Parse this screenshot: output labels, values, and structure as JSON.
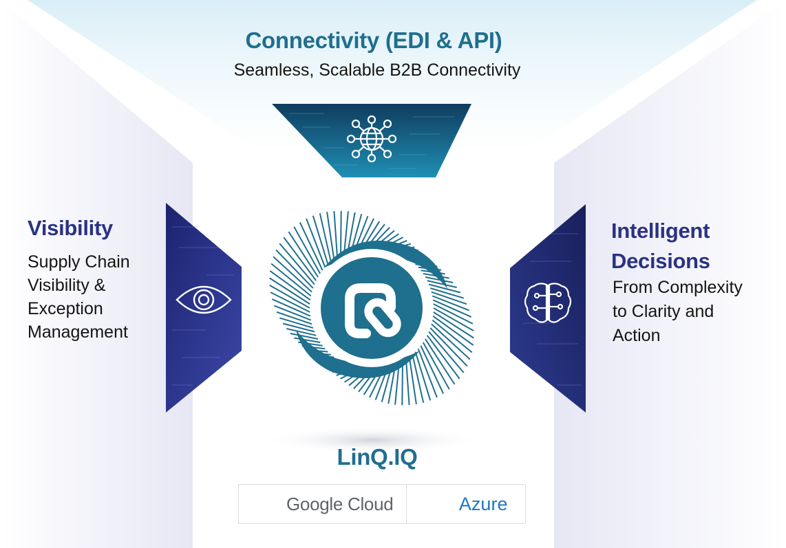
{
  "top_pillar": {
    "title": "Connectivity (EDI & API)",
    "subtitle": "Seamless, Scalable B2B Connectivity",
    "icon": "globe-network-icon"
  },
  "left_pillar": {
    "title": "Visibility",
    "lines": [
      "Supply Chain",
      "Visibility &",
      "Exception",
      "Management"
    ],
    "icon": "eye-icon"
  },
  "right_pillar": {
    "title_lines": [
      "Intelligent",
      "Decisions"
    ],
    "lines": [
      "From Complexity",
      "to Clarity and",
      "Action"
    ],
    "icon": "brain-circuit-icon"
  },
  "center": {
    "product_name": "LinQ.IQ",
    "logo_icon": "linq-q-logo-icon"
  },
  "cloud_partners": [
    {
      "name": "Google Cloud",
      "icon": "google-cloud-icon"
    },
    {
      "name": "Azure",
      "icon": "azure-icon"
    }
  ],
  "colors": {
    "teal": "#1f6f8e",
    "navy": "#2a3282",
    "text": "#141414"
  }
}
